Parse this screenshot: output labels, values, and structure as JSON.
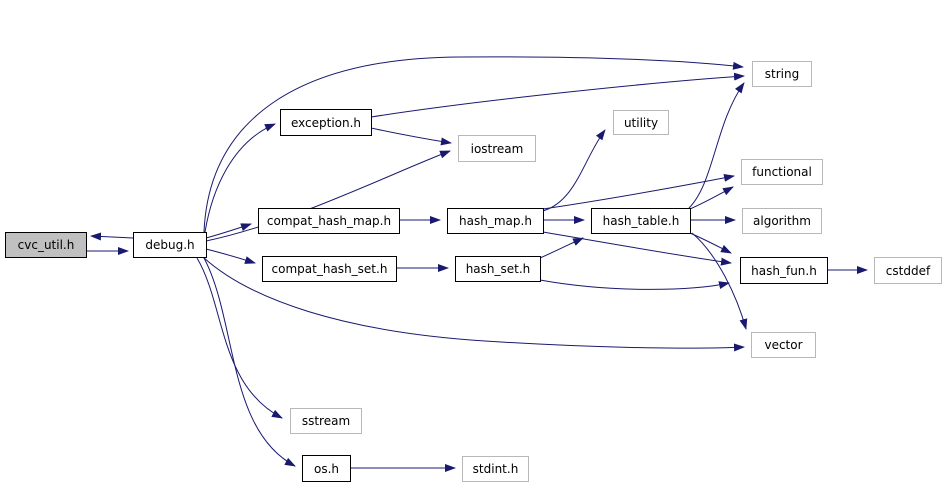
{
  "diagram": {
    "kind": "include-dependency-graph",
    "focus_node": "cvc_util.h",
    "nodes": [
      {
        "id": "cvc_util.h",
        "label": "cvc_util.h",
        "kind": "focus"
      },
      {
        "id": "debug.h",
        "label": "debug.h",
        "kind": "project"
      },
      {
        "id": "exception.h",
        "label": "exception.h",
        "kind": "project"
      },
      {
        "id": "iostream",
        "label": "iostream",
        "kind": "system"
      },
      {
        "id": "compat_hash_map.h",
        "label": "compat_hash_map.h",
        "kind": "project"
      },
      {
        "id": "hash_map.h",
        "label": "hash_map.h",
        "kind": "project"
      },
      {
        "id": "utility",
        "label": "utility",
        "kind": "system"
      },
      {
        "id": "string",
        "label": "string",
        "kind": "system"
      },
      {
        "id": "functional",
        "label": "functional",
        "kind": "system"
      },
      {
        "id": "hash_table.h",
        "label": "hash_table.h",
        "kind": "project"
      },
      {
        "id": "algorithm",
        "label": "algorithm",
        "kind": "system"
      },
      {
        "id": "compat_hash_set.h",
        "label": "compat_hash_set.h",
        "kind": "project"
      },
      {
        "id": "hash_set.h",
        "label": "hash_set.h",
        "kind": "project"
      },
      {
        "id": "hash_fun.h",
        "label": "hash_fun.h",
        "kind": "project"
      },
      {
        "id": "cstddef",
        "label": "cstddef",
        "kind": "system"
      },
      {
        "id": "vector",
        "label": "vector",
        "kind": "system"
      },
      {
        "id": "sstream",
        "label": "sstream",
        "kind": "system"
      },
      {
        "id": "os.h",
        "label": "os.h",
        "kind": "project"
      },
      {
        "id": "stdint.h",
        "label": "stdint.h",
        "kind": "system"
      }
    ],
    "edges": [
      {
        "from": "cvc_util.h",
        "to": "debug.h"
      },
      {
        "from": "debug.h",
        "to": "cvc_util.h"
      },
      {
        "from": "debug.h",
        "to": "string"
      },
      {
        "from": "debug.h",
        "to": "exception.h"
      },
      {
        "from": "debug.h",
        "to": "iostream"
      },
      {
        "from": "debug.h",
        "to": "compat_hash_map.h"
      },
      {
        "from": "debug.h",
        "to": "compat_hash_set.h"
      },
      {
        "from": "debug.h",
        "to": "vector"
      },
      {
        "from": "debug.h",
        "to": "sstream"
      },
      {
        "from": "debug.h",
        "to": "os.h"
      },
      {
        "from": "exception.h",
        "to": "string"
      },
      {
        "from": "exception.h",
        "to": "iostream"
      },
      {
        "from": "compat_hash_map.h",
        "to": "hash_map.h"
      },
      {
        "from": "compat_hash_set.h",
        "to": "hash_set.h"
      },
      {
        "from": "hash_map.h",
        "to": "utility"
      },
      {
        "from": "hash_map.h",
        "to": "functional"
      },
      {
        "from": "hash_map.h",
        "to": "hash_table.h"
      },
      {
        "from": "hash_map.h",
        "to": "hash_fun.h"
      },
      {
        "from": "hash_set.h",
        "to": "hash_table.h"
      },
      {
        "from": "hash_set.h",
        "to": "hash_fun.h"
      },
      {
        "from": "hash_table.h",
        "to": "string"
      },
      {
        "from": "hash_table.h",
        "to": "functional"
      },
      {
        "from": "hash_table.h",
        "to": "algorithm"
      },
      {
        "from": "hash_table.h",
        "to": "hash_fun.h"
      },
      {
        "from": "hash_table.h",
        "to": "vector"
      },
      {
        "from": "hash_fun.h",
        "to": "cstddef"
      },
      {
        "from": "os.h",
        "to": "stdint.h"
      }
    ],
    "colors": {
      "edge": "#191970",
      "focus_fill": "#c0c0c0",
      "project_border": "#000000",
      "system_border": "#b8b8b8",
      "node_fill": "#ffffff",
      "background": "#ffffff"
    }
  }
}
